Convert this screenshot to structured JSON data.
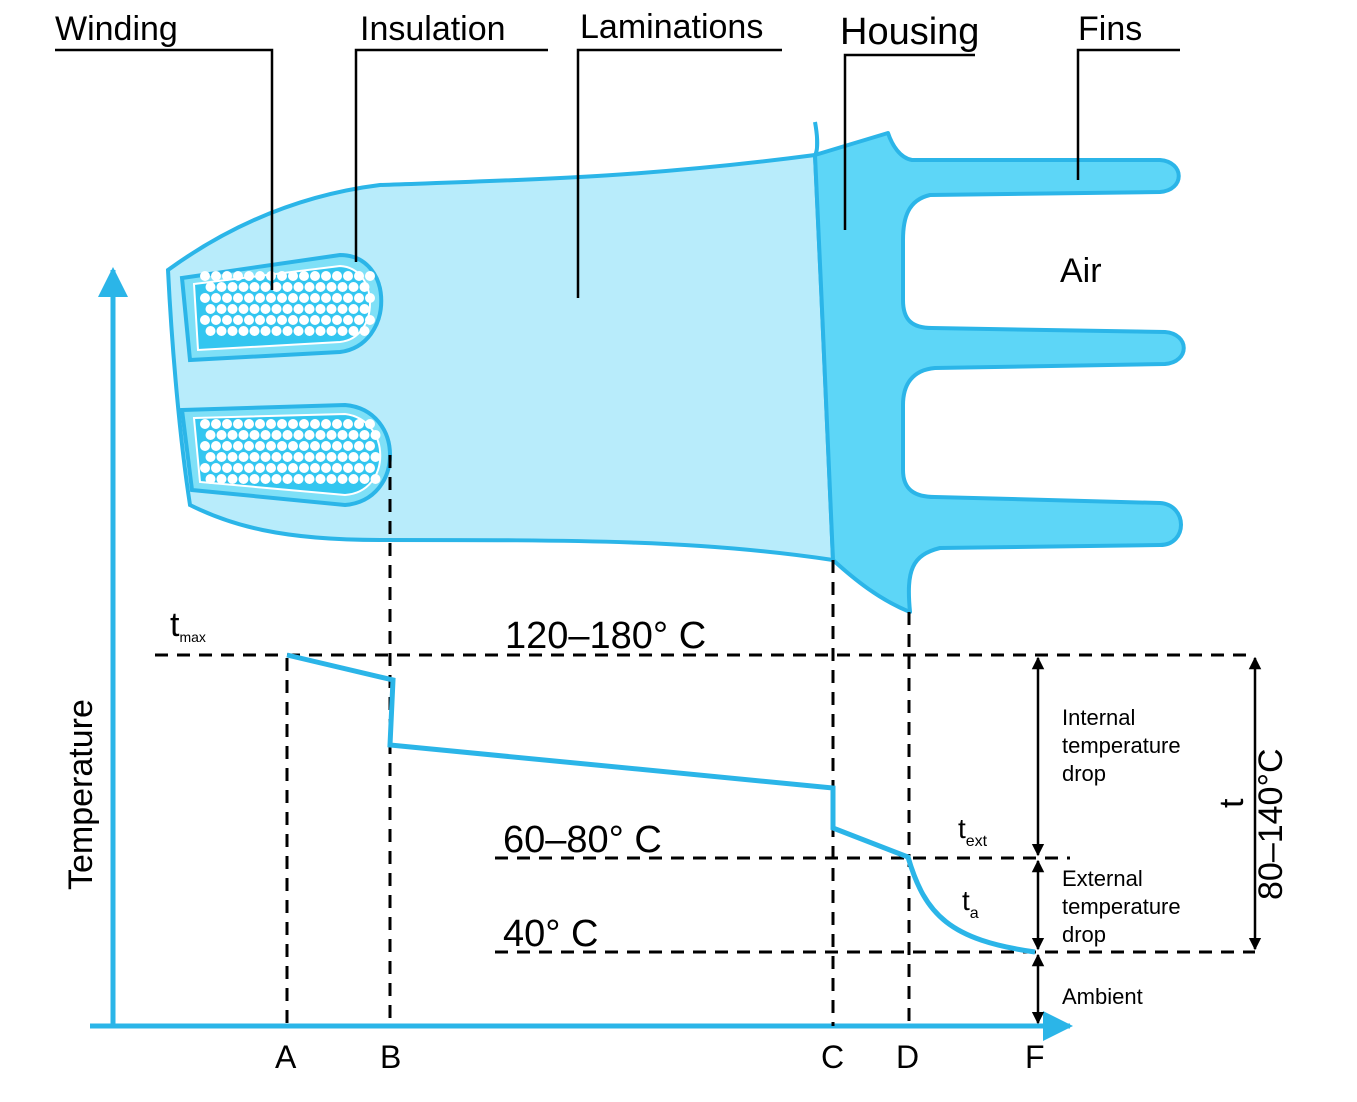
{
  "labels": {
    "winding": "Winding",
    "insulation": "Insulation",
    "laminations": "Laminations",
    "housing": "Housing",
    "fins": "Fins",
    "air": "Air"
  },
  "axis": {
    "y_label": "Temperature",
    "x_points": [
      "A",
      "B",
      "C",
      "D",
      "F"
    ]
  },
  "temps": {
    "tmax_base": "t",
    "tmax_sub": "max",
    "text_base": "t",
    "text_sub": "ext",
    "ta_base": "t",
    "ta_sub": "a",
    "t_total": "t",
    "range_high": "120–180°  C",
    "range_mid": "60–80°  C",
    "range_low": "40°  C",
    "range_total": "80–140°C"
  },
  "drops": {
    "internal": [
      "Internal",
      "temperature",
      "drop"
    ],
    "external": [
      "External",
      "temperature",
      "drop"
    ],
    "ambient": "Ambient"
  },
  "colors": {
    "outline": "#2bb5e8",
    "lamination_fill": "#b8ecfb",
    "housing_fill": "#5dd6f7",
    "winding_fill": "#7fe0f7"
  }
}
